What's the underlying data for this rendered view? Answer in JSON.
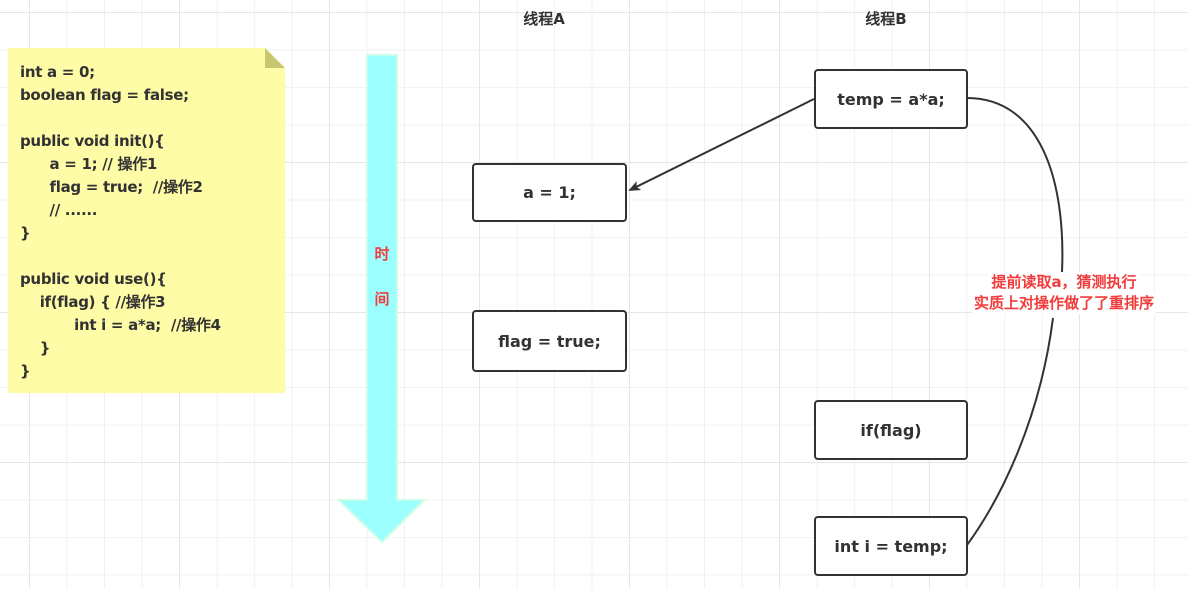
{
  "colors": {
    "note_fill": "#fffca8",
    "note_fold": "#c8c66e",
    "time_arrow_fill": "#9cffff",
    "time_arrow_stroke": "#c8ffe6",
    "text_dark": "#323232",
    "text_red": "#f23c3c",
    "connector": "#323232"
  },
  "note": {
    "lines": [
      "int a = 0;",
      "boolean flag = false;",
      "",
      "public void init(){",
      "      a = 1; // 操作1",
      "      flag = true;  //操作2",
      "      // ......",
      "}",
      "",
      "public void use(){",
      "    if(flag) { //操作3",
      "           int i = a*a;  //操作4",
      "    }",
      "}"
    ]
  },
  "time_axis": {
    "label_chars": [
      "时",
      "间"
    ],
    "direction": "down"
  },
  "threads": [
    {
      "id": "A",
      "title": "线程A"
    },
    {
      "id": "B",
      "title": "线程B"
    }
  ],
  "boxes": {
    "a_assign": "a = 1;",
    "flag_assign": "flag = true;",
    "temp_assign": "temp = a*a;",
    "if_flag": "if(flag)",
    "int_i_assign": "int i = temp;"
  },
  "connectors": [
    {
      "from": "temp_assign",
      "to": "a_assign",
      "type": "arrow",
      "meaning": "reads a early"
    },
    {
      "from": "temp_assign",
      "to": "int_i_assign",
      "type": "curve",
      "label": "annotation"
    }
  ],
  "annotation": {
    "line1": "提前读取a，猜测执行",
    "line2": "实质上对操作做了了重排序"
  }
}
